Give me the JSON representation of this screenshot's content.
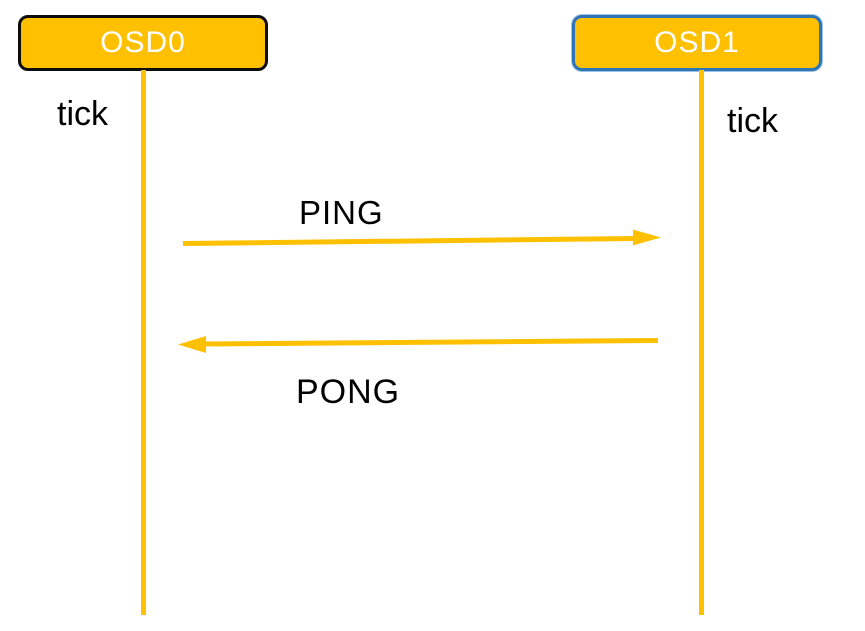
{
  "diagram": {
    "kind": "sequence-diagram",
    "actors": [
      {
        "id": "osd0",
        "label": "OSD0",
        "tick_label": "tick",
        "fill": "#FFC000",
        "border_color": "#0d0d0d",
        "text_color": "#FFFFFF"
      },
      {
        "id": "osd1",
        "label": "OSD1",
        "tick_label": "tick",
        "fill": "#FFC000",
        "border_color": "#2E75B6",
        "text_color": "#FFFFFF"
      }
    ],
    "messages": [
      {
        "label": "PING",
        "from": "OSD0",
        "to": "OSD1",
        "direction": "right",
        "color": "#FFC000"
      },
      {
        "label": "PONG",
        "from": "OSD1",
        "to": "OSD0",
        "direction": "left",
        "color": "#FFC000"
      }
    ],
    "colors": {
      "accent": "#FFC000",
      "lifeline": "#FFC000",
      "arrow": "#FFC000",
      "label_text": "#000000",
      "background": "#FFFFFF"
    }
  }
}
